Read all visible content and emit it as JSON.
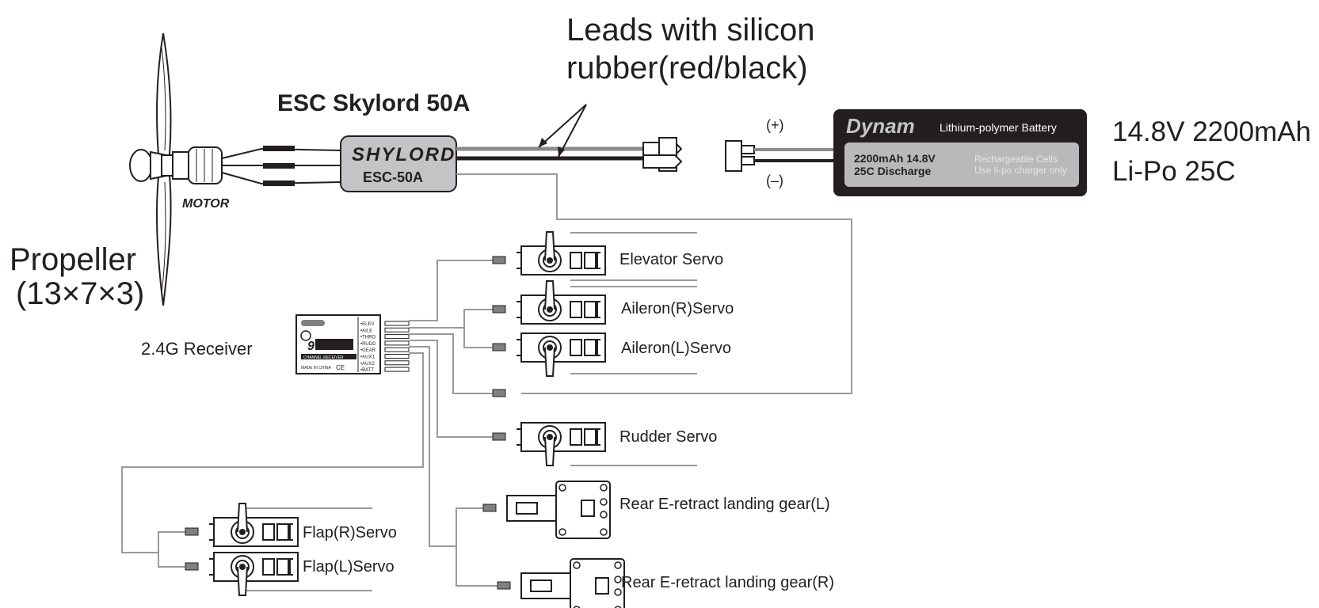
{
  "labels": {
    "leads_line1": "Leads with silicon",
    "leads_line2": "rubber(red/black)",
    "esc_title": "ESC Skylord 50A",
    "esc_logo": "SHYLORD",
    "esc_model": "ESC-50A",
    "motor": "MOTOR",
    "propeller_line1": "Propeller",
    "propeller_line2": "(13×7×3)",
    "plus": "(+)",
    "minus": "(–)",
    "battery_brand": "Dynam",
    "battery_type": "Lithium-polymer Battery",
    "battery_spec_line1": "2200mAh 14.8V",
    "battery_spec_line2": "25C Discharge",
    "battery_note_line1": "Rechargeable Cells",
    "battery_note_line2": "Use li-po charger only",
    "battery_voltage": "14.8V 2200mAh",
    "battery_chem": "Li-Po  25C",
    "receiver": "2.4G  Receiver",
    "receiver_channels": [
      "ELEV",
      "AILE",
      "THRO",
      "RUDD",
      "GEAR",
      "AUX1",
      "AUX2",
      "BATT"
    ],
    "receiver_made": "MADE IN CHINA",
    "receiver_ce": "CE",
    "receiver_model": "CHANNEL RECEIVER",
    "elevator": "Elevator   Servo",
    "aileron_r": "Aileron(R)Servo",
    "aileron_l": "Aileron(L)Servo",
    "rudder": "Rudder   Servo",
    "gear_l": "Rear  E-retract landing gear(L)",
    "gear_r": "Rear  E-retract landing gear(R)",
    "flap_r": "Flap(R)Servo",
    "flap_l": "Flap(L)Servo"
  },
  "colors": {
    "ink": "#231f20",
    "wire_gray": "#9a9a9a",
    "esc_fill": "#c4c4c6",
    "battery_fill": "#231f20",
    "battery_label_fill": "#b9b9bb",
    "connector_fill": "#808080"
  }
}
